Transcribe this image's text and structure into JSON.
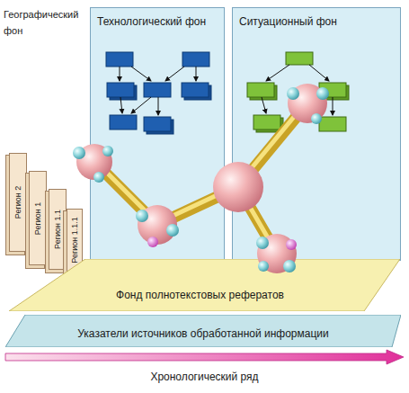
{
  "diagram": {
    "nodes": [
      {
        "text": [
          "Технологический фон"
        ]
      },
      {
        "text": [
          "Ситуационный фон"
        ]
      },
      {
        "text": [
          "Регион 2"
        ]
      },
      {
        "text": [
          "Регион 1"
        ]
      },
      {
        "text": [
          "Регион 1.1"
        ]
      },
      {
        "text": [
          "Регион 1.1.1"
        ]
      },
      {
        "text": [
          "Фонд полнотекстовых рефератов"
        ]
      },
      {
        "text": [
          "Указатели источников обработанной информации"
        ]
      }
    ],
    "labels": [
      "Географический фон",
      "Хронологический ряд"
    ]
  }
}
